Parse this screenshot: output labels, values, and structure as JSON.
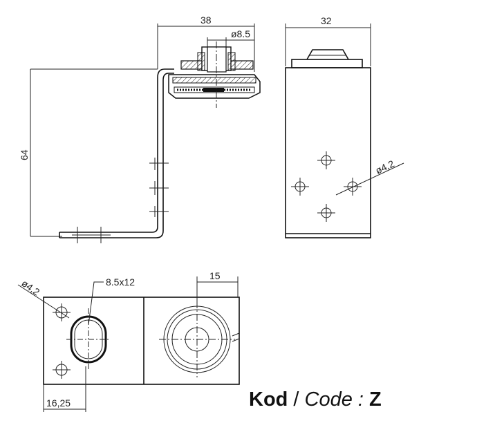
{
  "dimensions": {
    "top_width": "38",
    "top_hole": "ø8.5",
    "side_width": "32",
    "side_hole": "ø4,2",
    "height": "64",
    "bottom_hole": "ø4,2",
    "slot": "8.5x12",
    "bottom_offset": "16,25",
    "bottom_right": "15"
  },
  "caption": {
    "kod": "Kod",
    "separator": " / ",
    "code": "Code",
    "colon": " : ",
    "value": "Z"
  },
  "colors": {
    "line": "#222222",
    "background": "#ffffff"
  }
}
